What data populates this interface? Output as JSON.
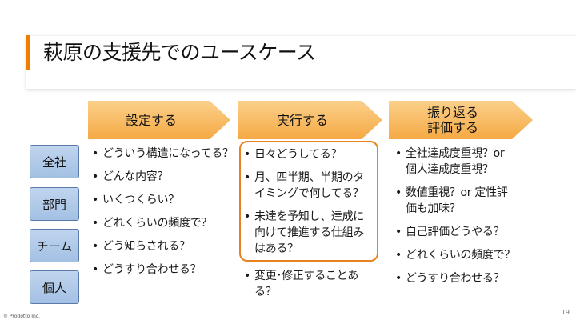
{
  "slide": {
    "title": "萩原の支援先でのユースケース",
    "page_number": "19",
    "copyright": "© Prodotto Inc.",
    "accent_color": "#ef7d00"
  },
  "phases": [
    {
      "label": "設定する"
    },
    {
      "label": "実行する"
    },
    {
      "label": "振り返る\n評価する"
    }
  ],
  "scopes": [
    {
      "label": "全社"
    },
    {
      "label": "部門"
    },
    {
      "label": "チーム"
    },
    {
      "label": "個人"
    }
  ],
  "columns": {
    "set": [
      "どういう構造になってる？",
      "どんな内容？",
      "いくつくらい？",
      "どれくらいの頻度で？",
      "どう知らされる？",
      "どうすり合わせる？"
    ],
    "execute": [
      "日々どうしてる？",
      "月、四半期、半期のタ\nイミングで何してる？",
      "未達を予知し、達成に\n向けて推進する仕組み\nはある？",
      "変更･修正することあ\nる？"
    ],
    "review": [
      "全社達成度重視？or\n個人達成度重視？",
      "数値重視？or 定性評\n価も加味？",
      "自己評価どうやる？",
      "どれくらいの頻度で？",
      "どうすり合わせる？"
    ]
  }
}
